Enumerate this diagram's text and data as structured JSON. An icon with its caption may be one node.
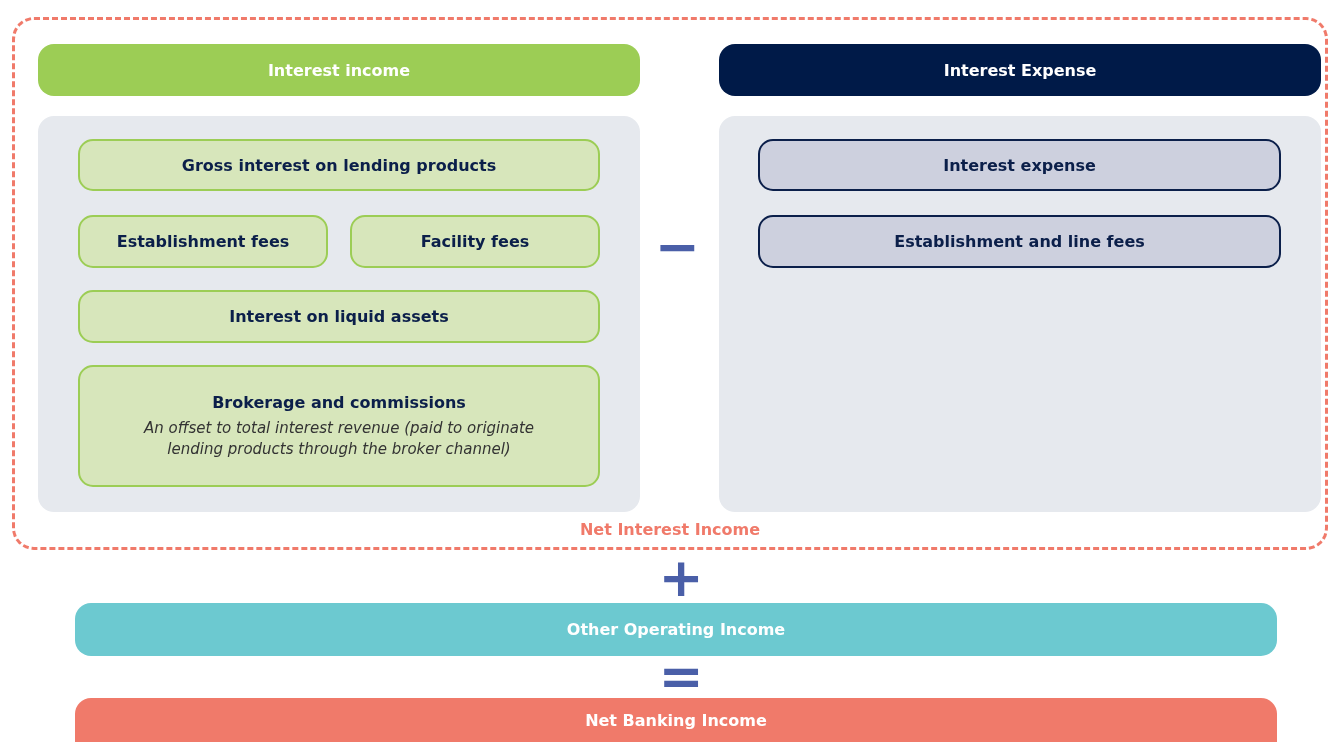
{
  "diagram": {
    "nodes": [
      {
        "text": [
          "Net Interest Income"
        ]
      },
      {
        "text": [
          "Interest income"
        ],
        "in": 0
      },
      {
        "text": [],
        "shape": "box",
        "in": 0
      },
      {
        "text": [
          "Gross interest on lending products"
        ],
        "in": 2
      },
      {
        "text": [
          "Establishment fees"
        ],
        "in": 2
      },
      {
        "text": [
          "Facility fees"
        ],
        "in": 2
      },
      {
        "text": [
          "Interest on liquid assets"
        ],
        "in": 2
      },
      {
        "text": [
          "Brokerage and commissions",
          "An offset to total interest revenue (paid to originate lending products through the broker channel)"
        ],
        "in": 2
      },
      {
        "text": [
          "Interest Expense"
        ],
        "in": 0
      },
      {
        "text": [],
        "shape": "box",
        "in": 0
      },
      {
        "text": [
          "Interest expense"
        ],
        "in": 9
      },
      {
        "text": [
          "Establishment and line fees"
        ],
        "in": 9
      },
      {
        "text": [
          "Other Operating Income"
        ]
      },
      {
        "text": [
          "Net Banking Income"
        ]
      }
    ],
    "edges": [],
    "labels": [
      "−",
      "+",
      "="
    ]
  }
}
